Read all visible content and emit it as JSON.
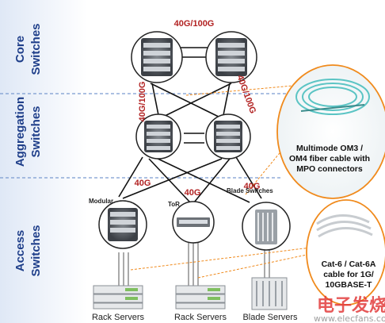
{
  "tiers": {
    "core": "Core Switches",
    "aggregation": "Aggregation Switches",
    "access": "Access Switches"
  },
  "links": {
    "core_top": "40G/100G",
    "core_left": "40G/100G",
    "core_right": "40G/100G",
    "agg_access_left": "40G",
    "agg_access_mid": "40G",
    "agg_access_right": "40G"
  },
  "access_switches": {
    "modular": "Modular",
    "tor": "ToR",
    "blade": "Blade Switches"
  },
  "callouts": {
    "fiber": [
      "Multimode OM3 /",
      "OM4 fiber cable with",
      "MPO connectors"
    ],
    "copper": [
      "Cat-6 / Cat-6A",
      "cable for 1G/",
      "10GBASE-T"
    ]
  },
  "servers": {
    "rack1": "Rack Servers",
    "rack2": "Rack Servers",
    "blade": "Blade Servers"
  },
  "watermark": {
    "text": "电子发烧友",
    "url": "www.elecfans.com"
  },
  "colors": {
    "tier_label": "#1f3f8a",
    "speed_label": "#b22222",
    "callout_border": "#f08a1c",
    "divider": "#7a9ad0"
  }
}
